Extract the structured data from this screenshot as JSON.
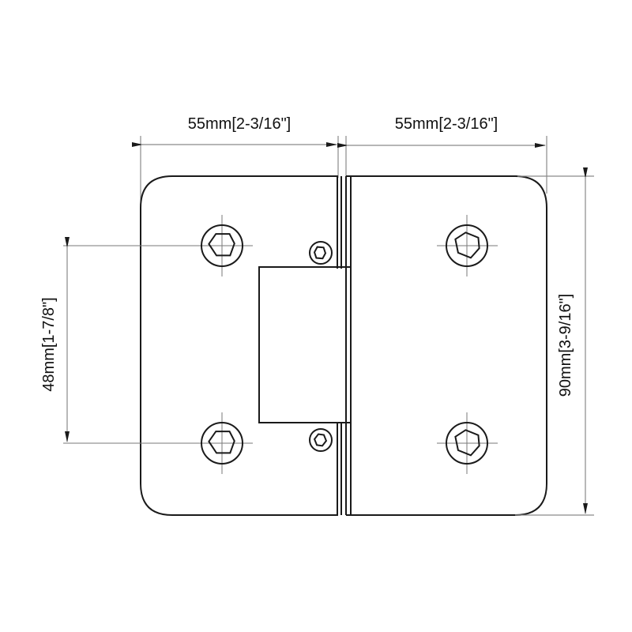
{
  "drawing": {
    "subject": "Glass shower door hinge - front view",
    "line_color": "#1a1a1a",
    "dimension_line_color": "#8a8a8a",
    "dimensions": {
      "left_width": "55mm[2-3/16\"]",
      "right_width": "55mm[2-3/16\"]",
      "hole_spacing": "48mm[1-7/8\"]",
      "height": "90mm[3-9/16\"]"
    }
  }
}
